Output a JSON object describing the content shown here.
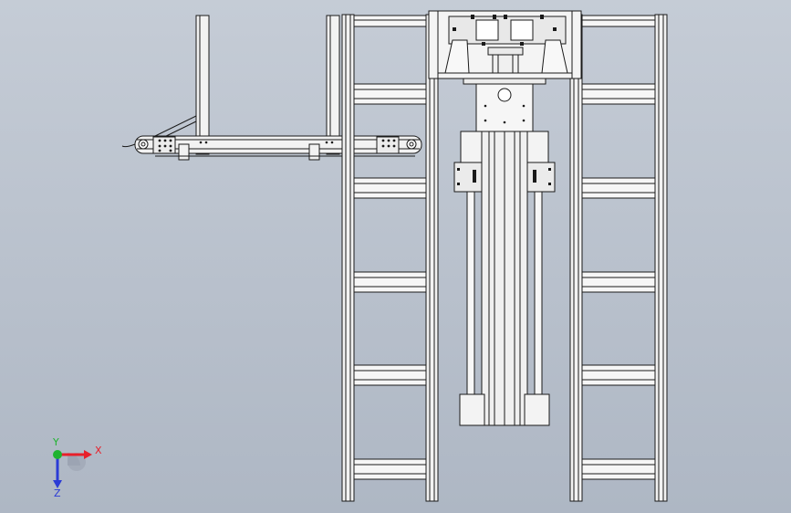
{
  "viewport": {
    "name": "cad-graphics-area",
    "background_top": "#c5ccd6",
    "background_bottom": "#aeb7c4"
  },
  "model": {
    "line_color": "#1a1a1a",
    "fill_light": "#f4f4f4",
    "fill_mid": "#e2e2e2",
    "fill_dark": "#c9c9c9"
  },
  "triad": {
    "x_label": "X",
    "y_label": "Y",
    "z_label": "Z",
    "x_color": "#e8202a",
    "y_color": "#1fb32e",
    "z_color": "#2b3bd6"
  }
}
